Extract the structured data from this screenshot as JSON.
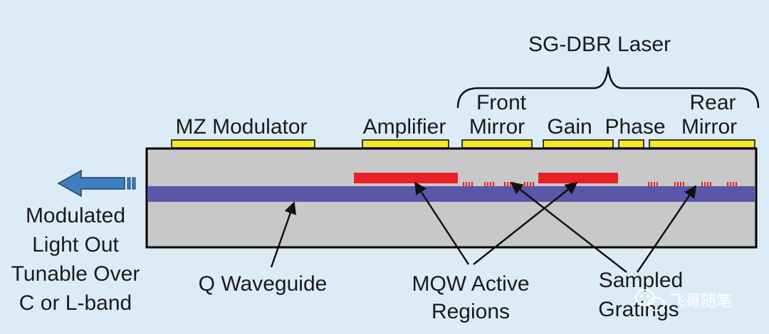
{
  "colors": {
    "background": "#dcecf7",
    "chip_body": "#c8c8c8",
    "waveguide": "#5a57a8",
    "active_region": "#e8202a",
    "contact": "#f5e62a",
    "arrow_out": "#3d7fc0"
  },
  "labels": {
    "laser_title": "SG-DBR Laser",
    "mz_modulator": "MZ Modulator",
    "amplifier": "Amplifier",
    "front_mirror_line1": "Front",
    "front_mirror_line2": "Mirror",
    "gain": "Gain",
    "phase": "Phase",
    "rear_mirror_line1": "Rear",
    "rear_mirror_line2": "Mirror",
    "output_line1": "Modulated",
    "output_line2": "Light Out",
    "output_line3": "Tunable Over",
    "output_line4": "C or L-band",
    "q_waveguide": "Q Waveguide",
    "mqw_line1": "MQW Active",
    "mqw_line2": "Regions",
    "sampled_line1": "Sampled",
    "sampled_line2": "Gratings"
  },
  "watermark": {
    "text": "飞哥随笔",
    "icon": "wechat-icon"
  }
}
